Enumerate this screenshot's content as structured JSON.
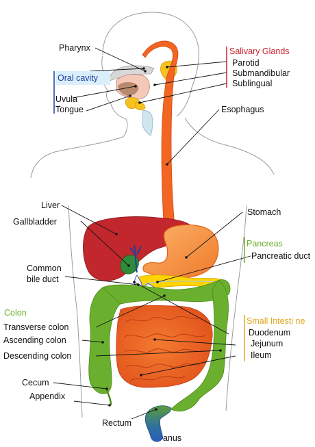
{
  "labels": {
    "pharynx": "Pharynx",
    "oral_cavity": "Oral cavity",
    "uvula": "Uvula",
    "tongue": "Tongue",
    "salivary_glands": "Salivary Glands",
    "parotid": "Parotid",
    "submandibular": "Submandibular",
    "sublingual": "Sublingual",
    "esophagus": "Esophagus",
    "liver": "Liver",
    "gallbladder": "Gallbladder",
    "stomach": "Stomach",
    "pancreas": "Pancreas",
    "pancreatic_duct": "Pancreatic duct",
    "common_bile_duct_1": "Common",
    "common_bile_duct_2": "bile duct",
    "colon": "Colon",
    "transverse_colon": "Transverse colon",
    "ascending_colon": "Ascending colon",
    "descending_colon": "Descending colon",
    "small_intestine": "Small Intesti ne",
    "duodenum": "Duodenum",
    "jejunum": "Jejunum",
    "ileum": "Ileum",
    "cecum": "Cecum",
    "appendix": "Appendix",
    "rectum": "Rectum",
    "anus": "anus"
  },
  "colors": {
    "salivary_group": "#c8232c",
    "oral_group": "#1a3f9e",
    "colon_group": "#6cae2a",
    "small_intestine_group": "#e3a51c",
    "esophagus": "#f26522",
    "liver": "#c1272d",
    "stomach": "#f7941d",
    "colon": "#6ab02e",
    "small_intestine": "#f15a24",
    "pancreas": "#ffd400"
  }
}
